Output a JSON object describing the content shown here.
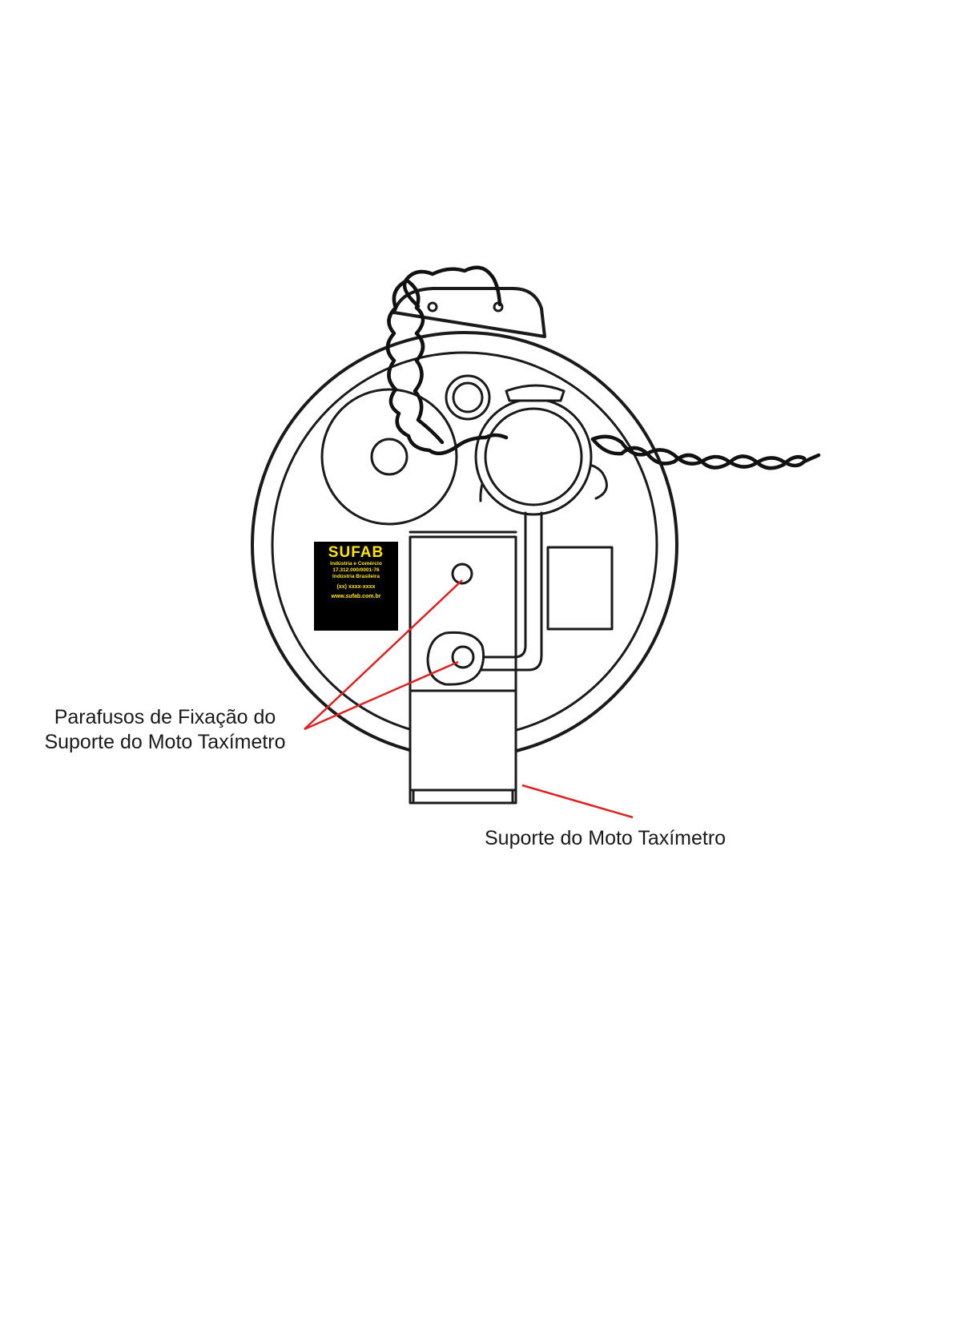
{
  "labels": {
    "screws": [
      "Parafusos de Fixação do",
      "Suporte do Moto Taxímetro"
    ],
    "support": "Suporte do Moto Taxímetro"
  },
  "plate": {
    "brand": "SUFAB",
    "line1": "Indústria e Comércio",
    "line2": "17.312.000/0001-76",
    "line3": "Indústria Brasileira",
    "phone": "(xx) xxxx-xxxx",
    "website": "www.sufab.com.br"
  },
  "colors": {
    "leader": "#e02020",
    "plate_bg": "#000000",
    "plate_text": "#ffe600",
    "outline": "#1a1a1a"
  }
}
